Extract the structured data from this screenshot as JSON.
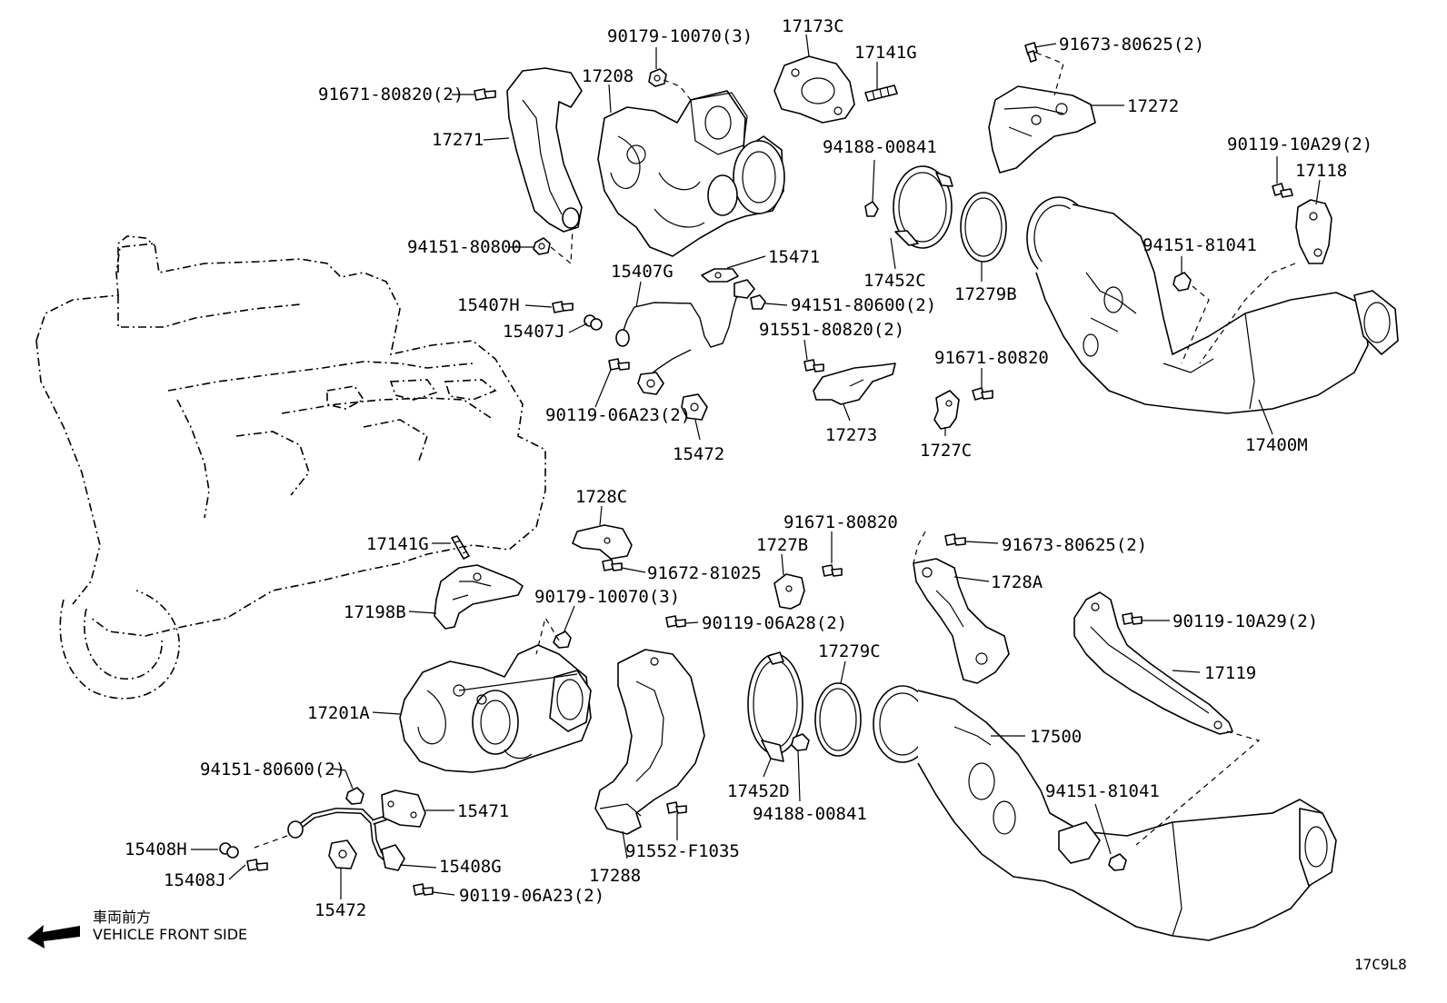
{
  "diagram_code": "17C9L8",
  "direction": {
    "label_jp": "車両前方",
    "label_en": "VEHICLE FRONT SIDE",
    "icon": "arrow-left-icon"
  },
  "labels": {
    "p_90179_10070_3_top": "90179-10070(3)",
    "p_17208": "17208",
    "p_17173C": "17173C",
    "p_17141G_top": "17141G",
    "p_91673_80625_2_top": "91673-80625(2)",
    "p_91671_80820_2": "91671-80820(2)",
    "p_17271": "17271",
    "p_17272": "17272",
    "p_90119_10A29_2_top": "90119-10A29(2)",
    "p_17118": "17118",
    "p_94188_00841_top": "94188-00841",
    "p_94151_81041_top": "94151-81041",
    "p_94151_80800": "94151-80800",
    "p_15471_top": "15471",
    "p_15407G": "15407G",
    "p_17452C": "17452C",
    "p_17279B": "17279B",
    "p_15407H": "15407H",
    "p_94151_80600_2_top": "94151-80600(2)",
    "p_15407J": "15407J",
    "p_91551_80820_2": "91551-80820(2)",
    "p_91671_80820_top": "91671-80820",
    "p_90119_06A23_2_top": "90119-06A23(2)",
    "p_17273": "17273",
    "p_1727C": "1727C",
    "p_17400M": "17400M",
    "p_15472_top": "15472",
    "p_1728C": "1728C",
    "p_91671_80820_mid": "91671-80820",
    "p_17141G_mid": "17141G",
    "p_91673_80625_2_mid": "91673-80625(2)",
    "p_1727B": "1727B",
    "p_91672_81025": "91672-81025",
    "p_1728A": "1728A",
    "p_17198B": "17198B",
    "p_90179_10070_3_mid": "90179-10070(3)",
    "p_90119_06A28_2": "90119-06A28(2)",
    "p_90119_10A29_2_mid": "90119-10A29(2)",
    "p_17279C": "17279C",
    "p_17119": "17119",
    "p_17201A": "17201A",
    "p_17500": "17500",
    "p_94151_80600_2_bot": "94151-80600(2)",
    "p_94151_81041_bot": "94151-81041",
    "p_15471_bot": "15471",
    "p_17452D": "17452D",
    "p_94188_00841_bot": "94188-00841",
    "p_15408H": "15408H",
    "p_91552_F1035": "91552-F1035",
    "p_15408G": "15408G",
    "p_17288": "17288",
    "p_15408J": "15408J",
    "p_90119_06A23_2_bot": "90119-06A23(2)",
    "p_15472_bot": "15472"
  }
}
